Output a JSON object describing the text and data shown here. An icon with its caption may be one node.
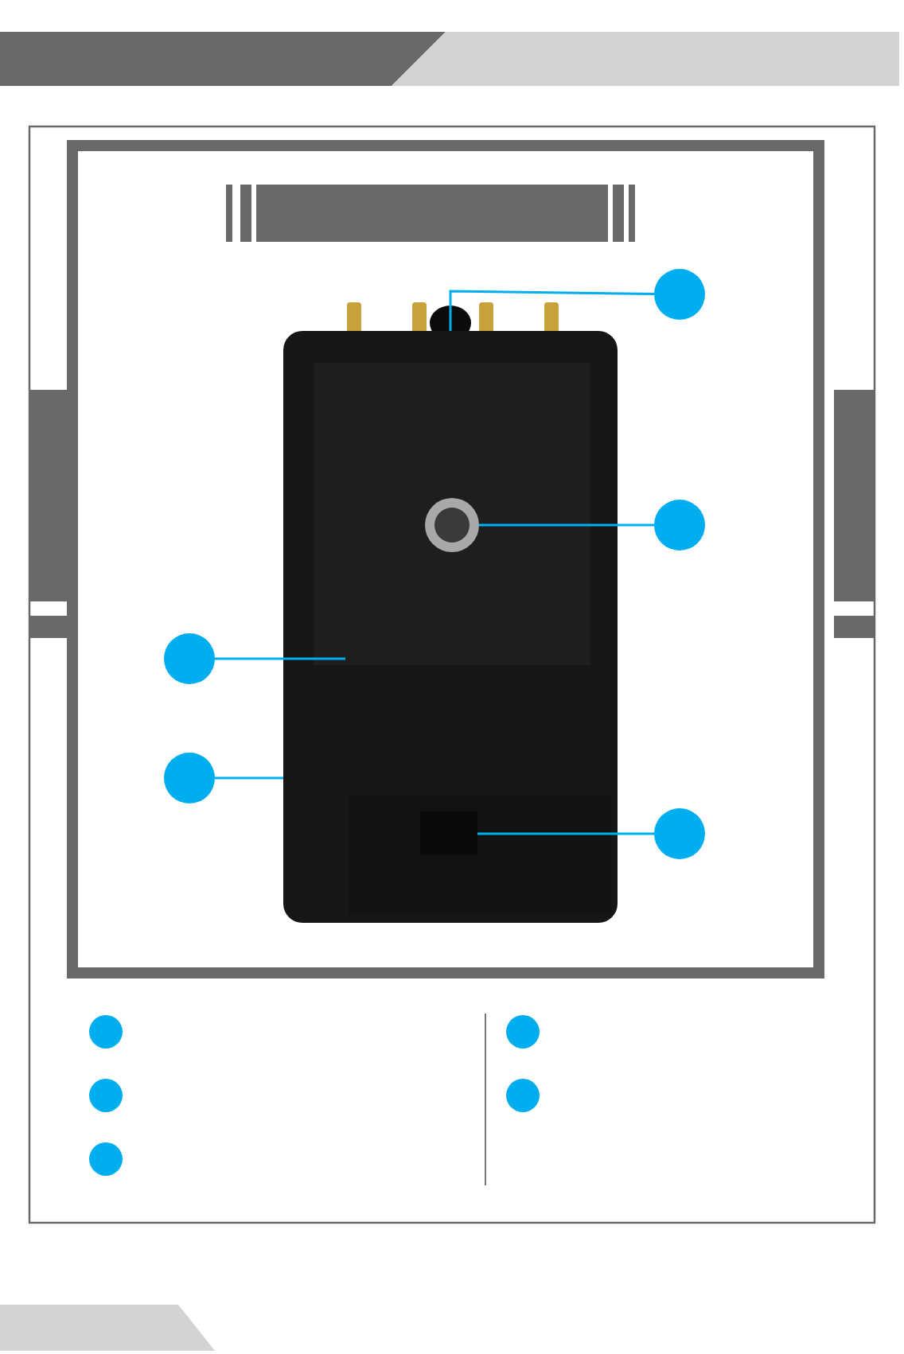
{
  "diagram": {
    "nodes": [
      {
        "text": [],
        "shape": "picture"
      },
      {
        "text": [],
        "shape": "circle"
      },
      {
        "text": [],
        "shape": "circle"
      },
      {
        "text": [],
        "shape": "circle"
      },
      {
        "text": [],
        "shape": "circle"
      },
      {
        "text": [],
        "shape": "circle"
      },
      {
        "text": [],
        "shape": "circle"
      },
      {
        "text": [],
        "shape": "circle"
      },
      {
        "text": [],
        "shape": "circle"
      },
      {
        "text": [],
        "shape": "circle"
      },
      {
        "text": [],
        "shape": "circle"
      }
    ],
    "edges": [
      {
        "from": 1,
        "to": 0,
        "arrow": "none"
      },
      {
        "from": 2,
        "to": 0,
        "arrow": "none"
      },
      {
        "from": 3,
        "to": 0,
        "arrow": "none"
      },
      {
        "from": 4,
        "to": 0,
        "arrow": "none"
      },
      {
        "from": 5,
        "to": 0,
        "arrow": "none"
      }
    ]
  }
}
